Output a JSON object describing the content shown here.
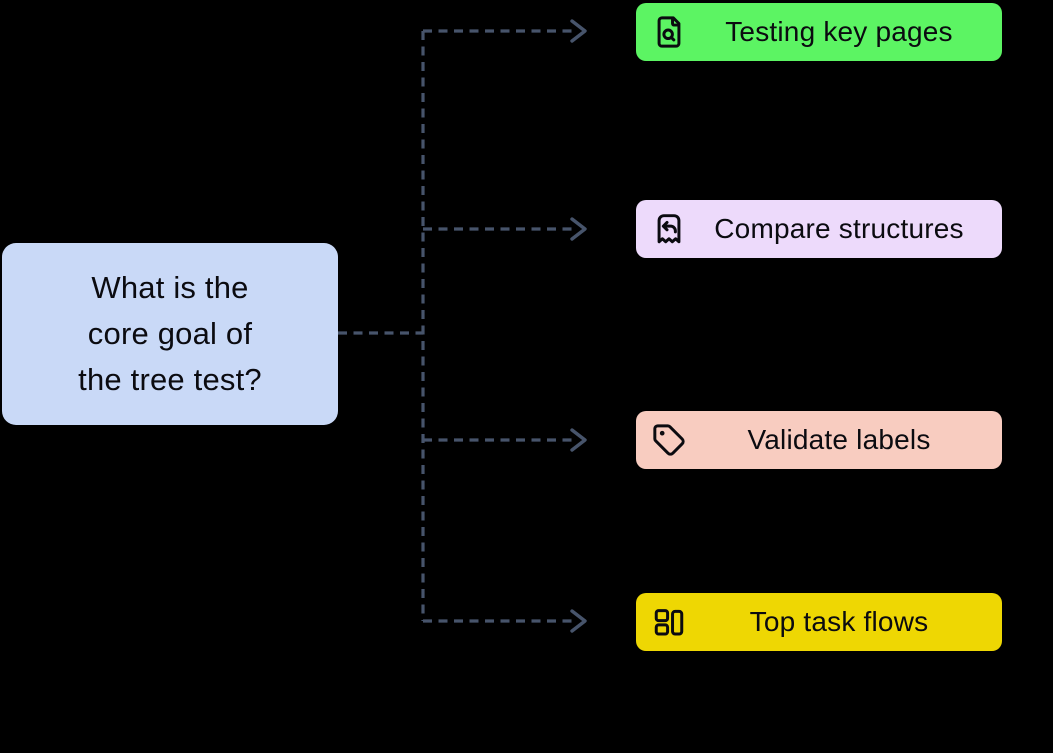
{
  "canvas": {
    "background": "#000000",
    "text_color": "#0B0B10"
  },
  "connectors": {
    "color": "#47546B",
    "style": "dashed",
    "arrow": "chevron-right"
  },
  "question": {
    "bg": "#C9D9F7",
    "lines": [
      "What is the",
      "core goal of",
      "the tree test?"
    ]
  },
  "options": [
    {
      "label": "Testing key pages",
      "bg": "#5CF463",
      "icon": "file-search-icon"
    },
    {
      "label": "Compare structures",
      "bg": "#EDDAFB",
      "icon": "receipt-undo-icon"
    },
    {
      "label": "Validate labels",
      "bg": "#F8CCC0",
      "icon": "tag-icon"
    },
    {
      "label": "Top task flows",
      "bg": "#EED703",
      "icon": "layout-blocks-icon"
    }
  ]
}
